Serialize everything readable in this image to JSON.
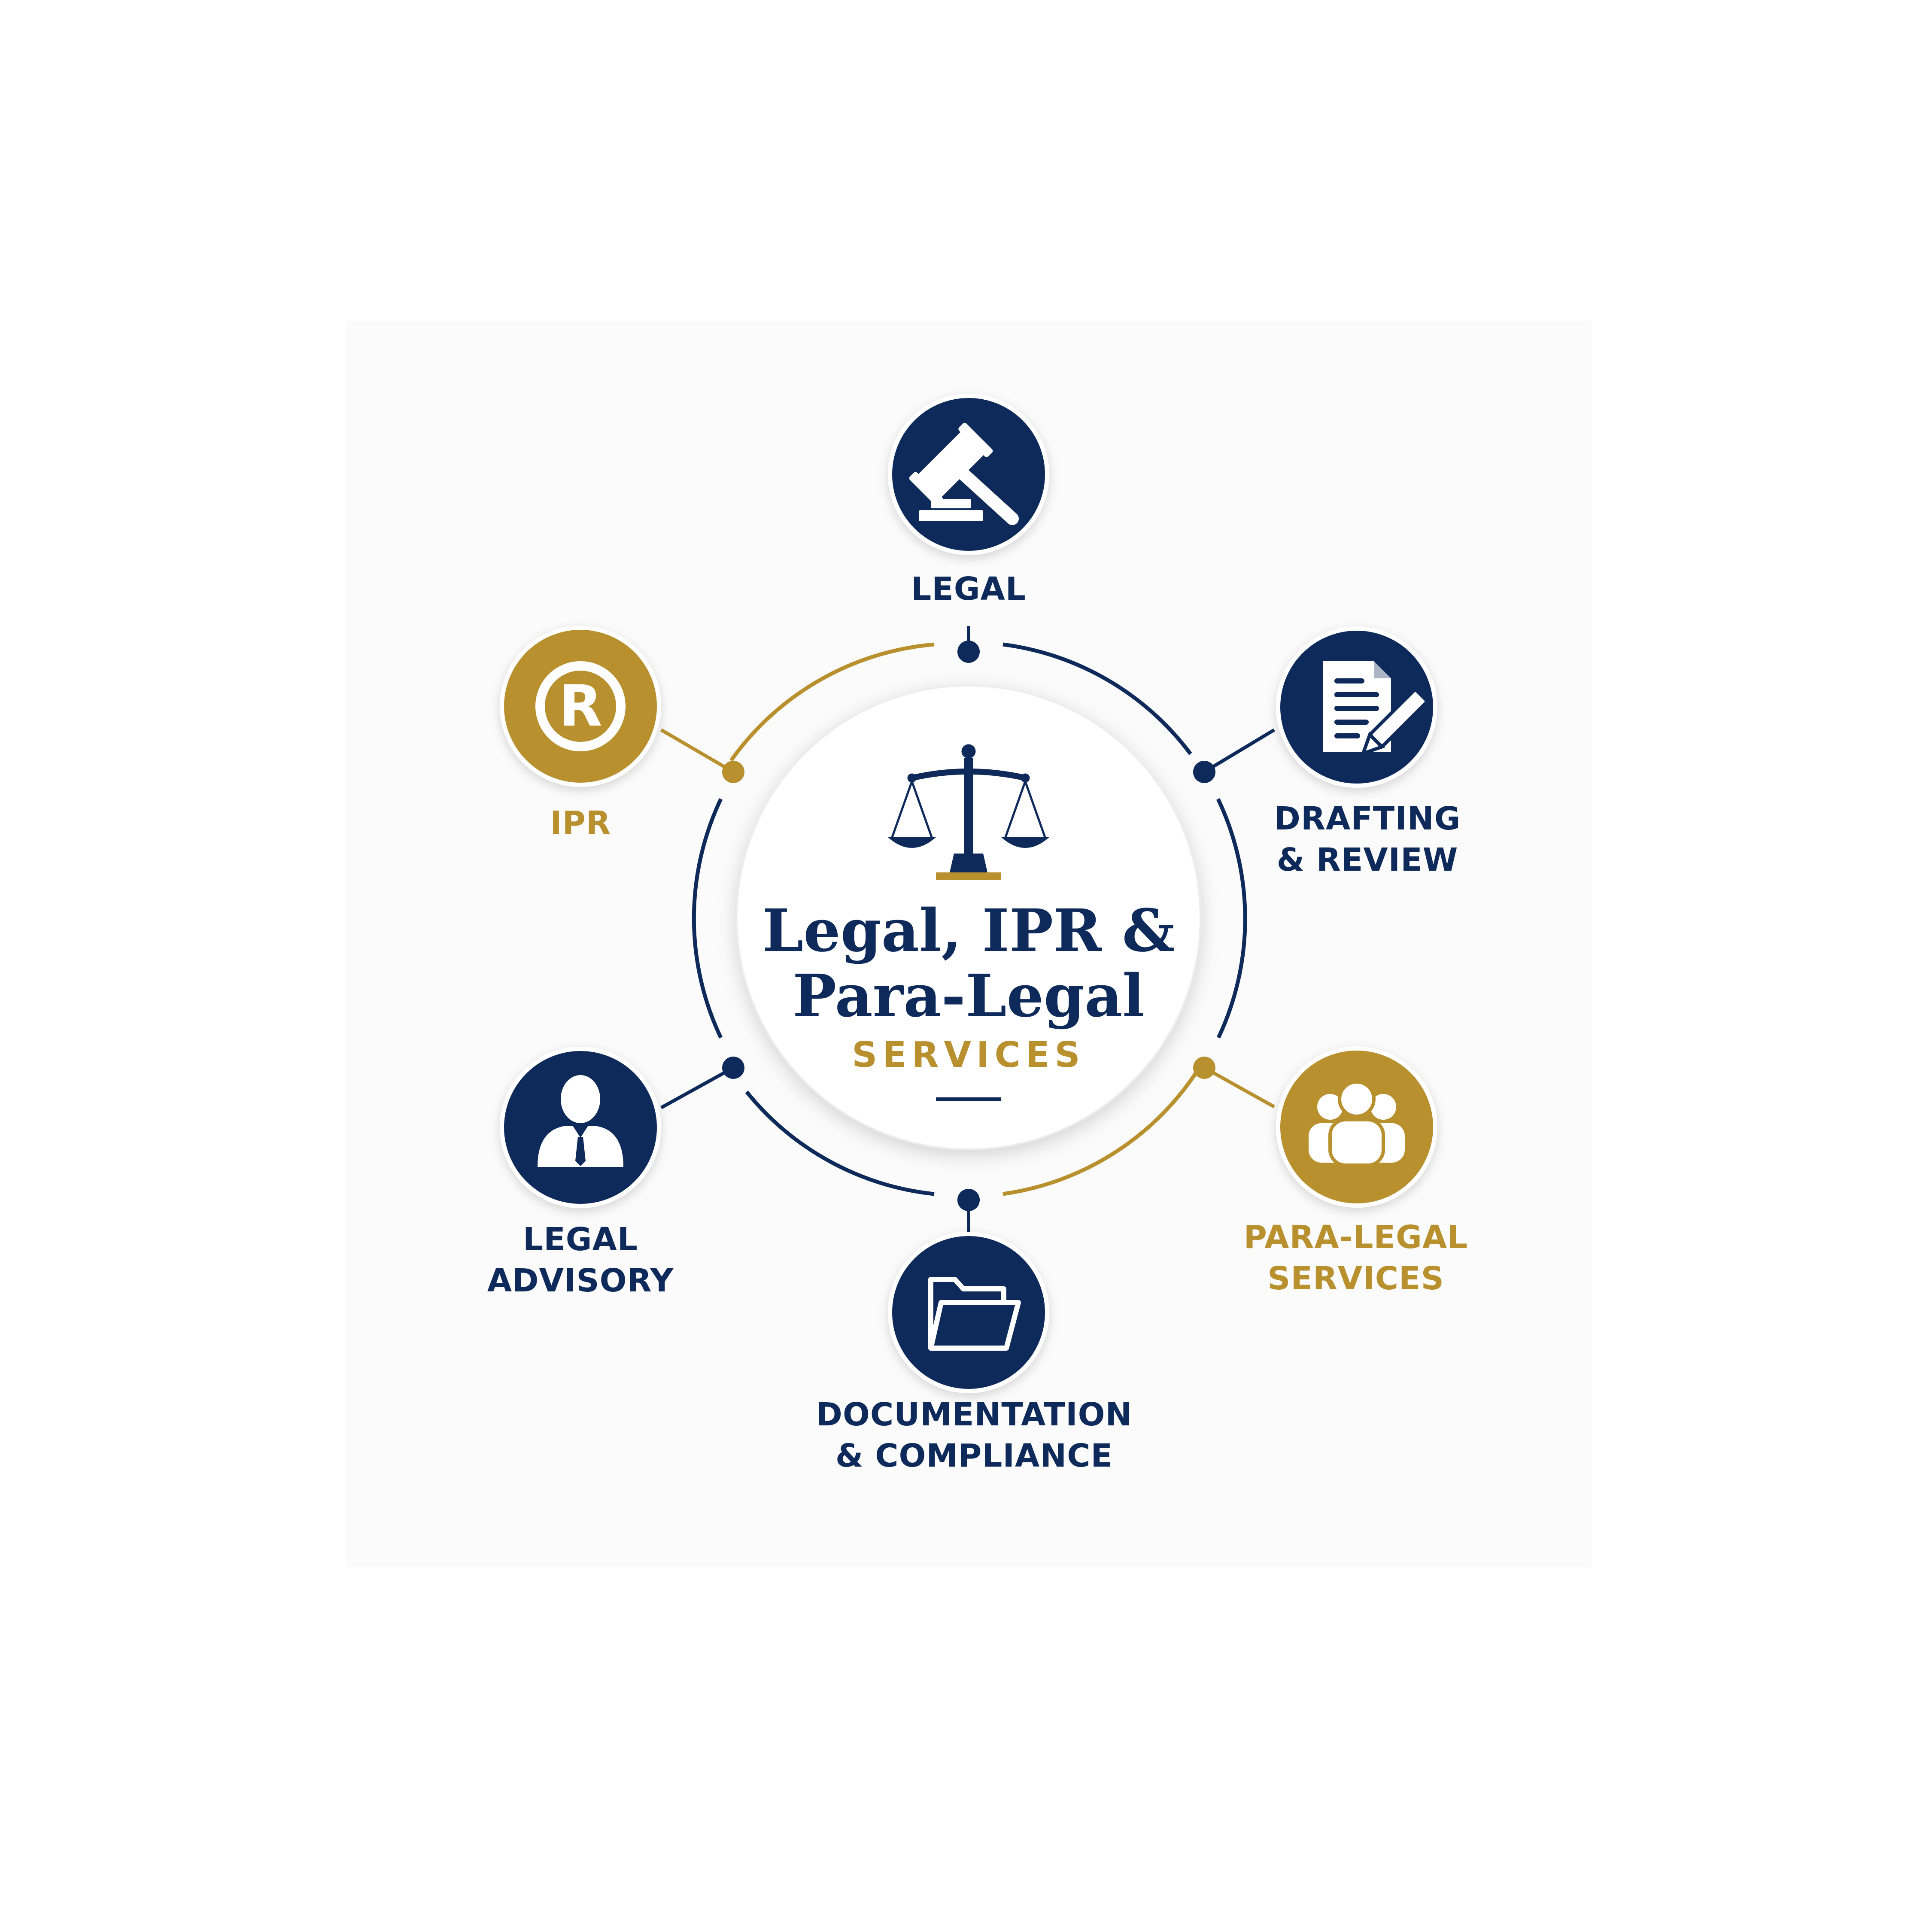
{
  "colors": {
    "navy": "#0e2a5a",
    "gold": "#b8902e",
    "hub_fill": "#ffffff",
    "panel": "#fbfbfb"
  },
  "hub": {
    "icon": "scales-of-justice-icon",
    "title_line1": "Legal, IPR &",
    "title_line2": "Para-Legal",
    "subtitle": "SERVICES"
  },
  "services": {
    "legal": {
      "label": "LEGAL",
      "icon": "gavel-icon",
      "color": "navy"
    },
    "drafting_review": {
      "label": "DRAFTING\n& REVIEW",
      "icon": "document-pen-icon",
      "color": "navy"
    },
    "para_legal": {
      "label": "PARA-LEGAL\nSERVICES",
      "icon": "group-icon",
      "color": "gold"
    },
    "documentation_compliance": {
      "label": "DOCUMENTATION\n& COMPLIANCE",
      "icon": "folder-icon",
      "color": "navy"
    },
    "legal_advisory": {
      "label": "LEGAL\nADVISORY",
      "icon": "person-icon",
      "color": "navy"
    },
    "ipr": {
      "label": "IPR",
      "icon": "registered-trademark-icon",
      "color": "gold"
    }
  }
}
